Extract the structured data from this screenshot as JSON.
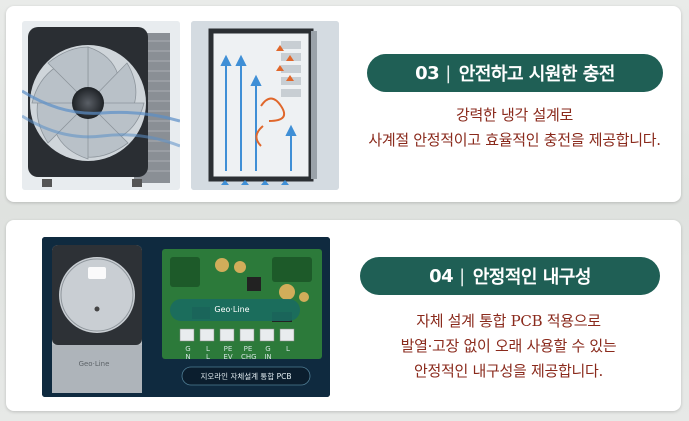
{
  "section3": {
    "number": "03",
    "separator": "|",
    "title": "안전하고 시원한 충전",
    "desc_line1": "강력한 냉각 설계로",
    "desc_line2": "사계절 안정적이고 효율적인 충전을 제공합니다."
  },
  "section4": {
    "number": "04",
    "separator": "|",
    "title": "안정적인 내구성",
    "desc_line1": "자체 설계 통합 PCB 적용으로",
    "desc_line2": "발열·고장 없이 오래 사용할 수 있는",
    "desc_line3": "안정적인 내구성을 제공합니다.",
    "brand_chip": "Geo·Line",
    "brand_device": "Geo·Line",
    "pcb_caption": "지오라인 자체설계 통합 PCB",
    "pcb_terminals": [
      "G",
      "L",
      "PE",
      "PE",
      "G",
      "L"
    ],
    "pcb_terminals_bottom": [
      "N",
      "L",
      "EV",
      "CHG",
      "IN",
      ""
    ]
  },
  "colors": {
    "pill": "#1f5f55",
    "desc_text": "#8a2a1c"
  }
}
